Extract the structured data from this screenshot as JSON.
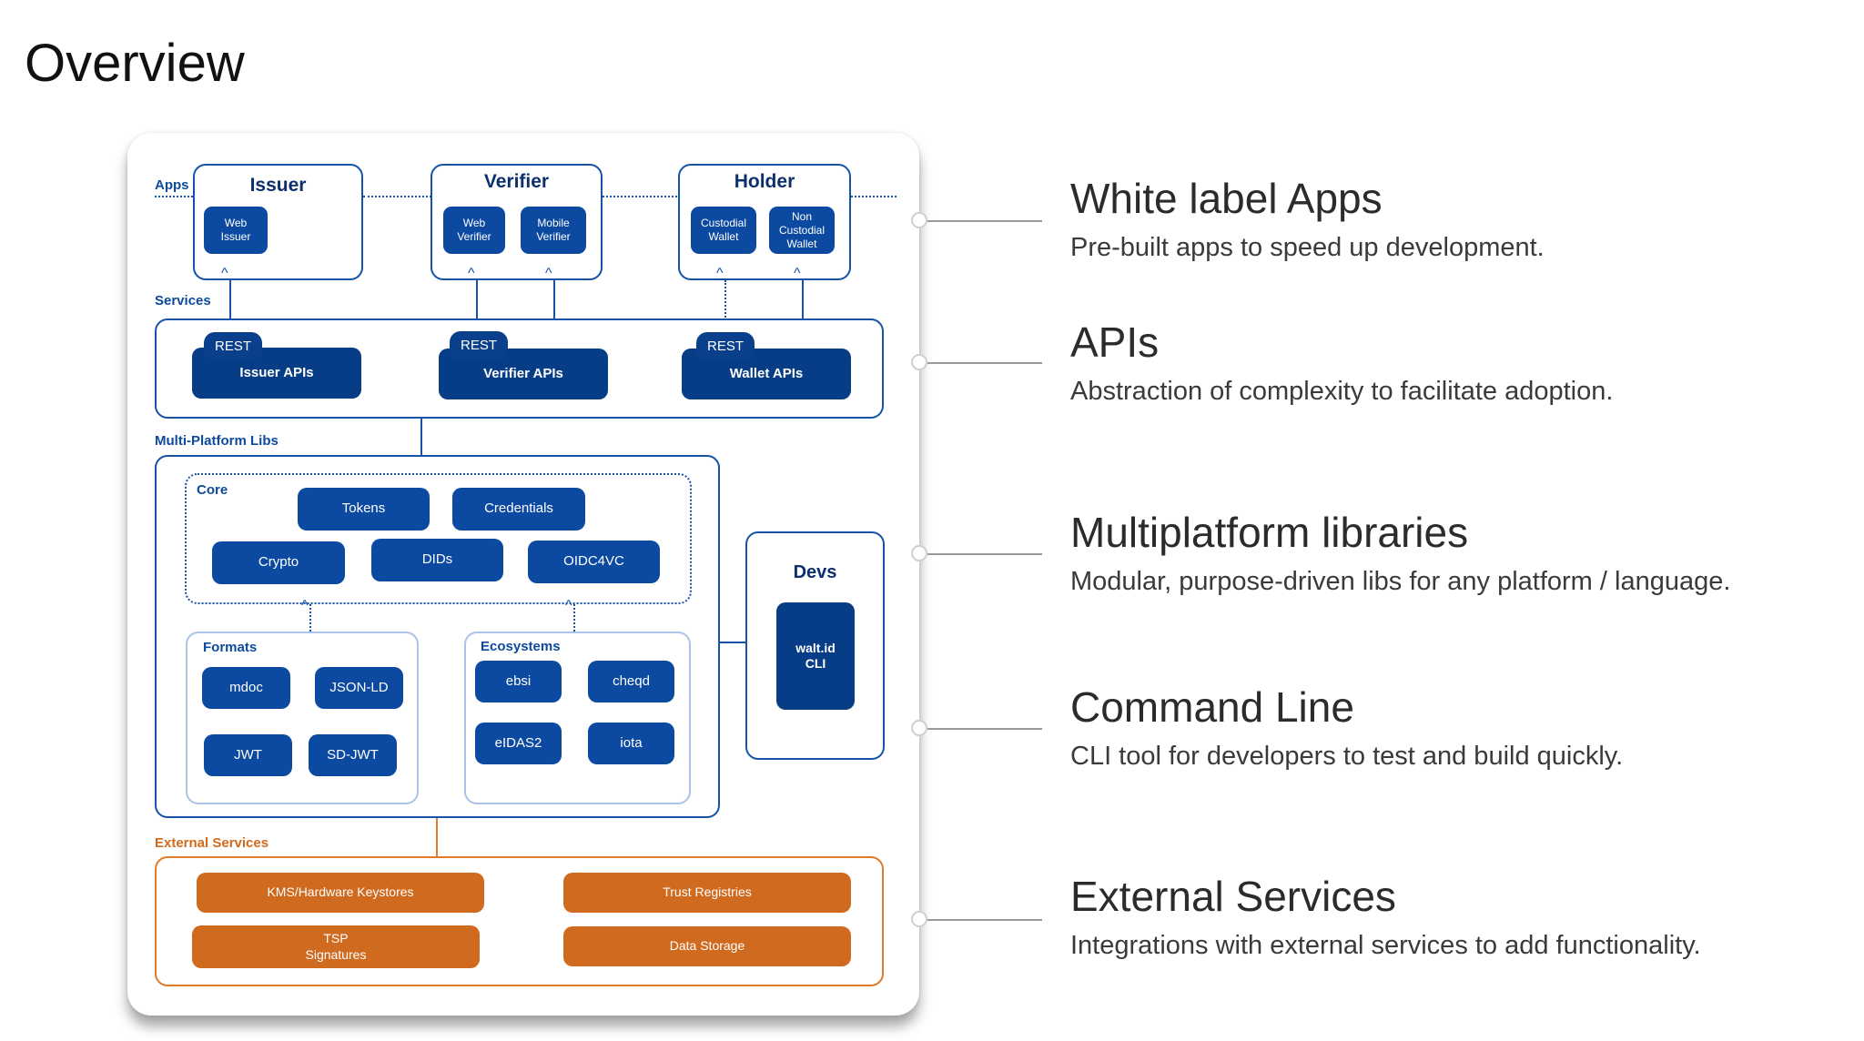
{
  "page_title": "Overview",
  "diagram": {
    "sections": {
      "apps": "Apps",
      "services": "Services",
      "libs": "Multi-Platform Libs",
      "external": "External Services"
    },
    "apps": {
      "issuer": {
        "title": "Issuer",
        "items": [
          "Web\nIssuer"
        ]
      },
      "verifier": {
        "title": "Verifier",
        "items": [
          "Web\nVerifier",
          "Mobile\nVerifier"
        ]
      },
      "holder": {
        "title": "Holder",
        "items": [
          "Custodial\nWallet",
          "Non\nCustodial\nWallet"
        ]
      }
    },
    "services": {
      "rest_label": "REST",
      "apis": [
        "Issuer APIs",
        "Verifier APIs",
        "Wallet APIs"
      ]
    },
    "libs": {
      "core": {
        "label": "Core",
        "items": [
          "Tokens",
          "Credentials",
          "Crypto",
          "DIDs",
          "OIDC4VC"
        ]
      },
      "formats": {
        "label": "Formats",
        "items": [
          "mdoc",
          "JSON-LD",
          "JWT",
          "SD-JWT"
        ]
      },
      "ecosystems": {
        "label": "Ecosystems",
        "items": [
          "ebsi",
          "cheqd",
          "eIDAS2",
          "iota"
        ]
      }
    },
    "devs": {
      "label": "Devs",
      "cli": "walt.id\nCLI"
    },
    "external": {
      "items": [
        "KMS/Hardware Keystores",
        "Trust Registries",
        "TSP\nSignatures",
        "Data Storage"
      ]
    }
  },
  "features": [
    {
      "title": "White label Apps",
      "description": "Pre-built apps to speed up development."
    },
    {
      "title": "APIs",
      "description": "Abstraction of complexity to facilitate adoption."
    },
    {
      "title": "Multiplatform libraries",
      "description": "Modular, purpose-driven libs for any platform / language."
    },
    {
      "title": "Command Line",
      "description": "CLI tool for developers to test and build quickly."
    },
    {
      "title": "External Services",
      "description": "Integrations with external services to add functionality."
    }
  ],
  "colors": {
    "primary_blue": "#0c4aa1",
    "accent_orange": "#cf6a1f"
  }
}
